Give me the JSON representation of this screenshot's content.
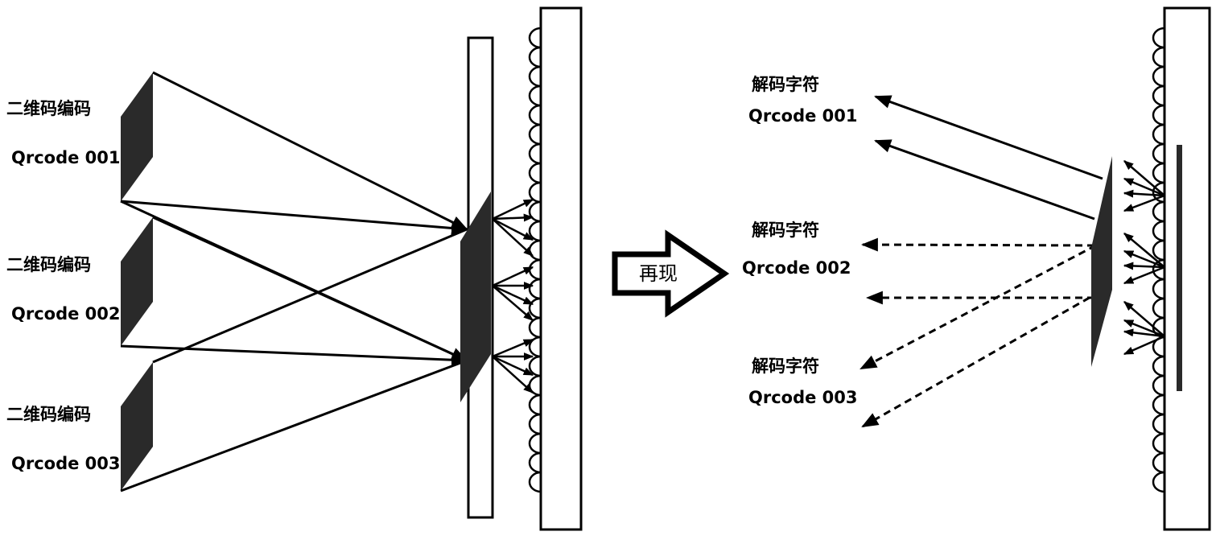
{
  "left_labels": [
    {
      "title": "二维码编码",
      "code": "Qrcode 001"
    },
    {
      "title": "二维码编码",
      "code": "Qrcode 002"
    },
    {
      "title": "二维码编码",
      "code": "Qrcode 003"
    }
  ],
  "transition_label": "再现",
  "right_labels": [
    {
      "title": "解码字符",
      "code": "Qrcode 001"
    },
    {
      "title": "解码字符",
      "code": "Qrcode 002"
    },
    {
      "title": "解码字符",
      "code": "Qrcode 003"
    }
  ],
  "colors": {
    "ink": "#000000",
    "panel": "#ffffff",
    "dark_fill": "#2a2a2a"
  }
}
